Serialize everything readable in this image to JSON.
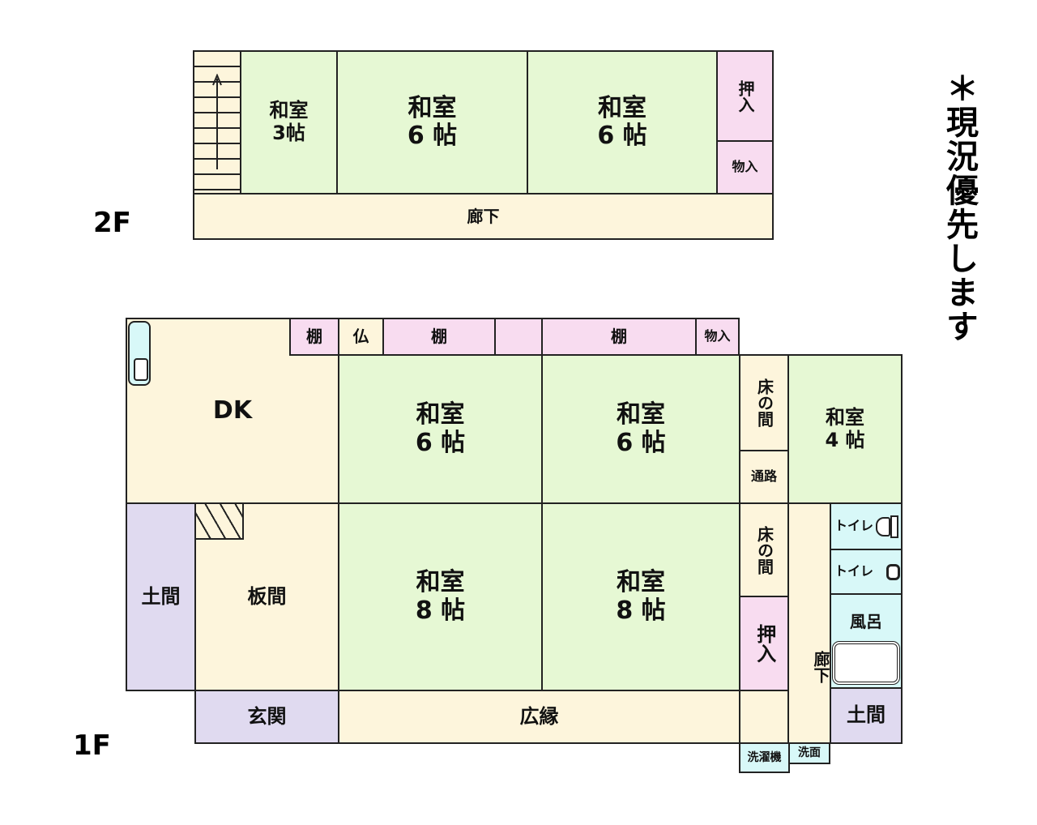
{
  "note": "＊現況優先します",
  "floor2": {
    "label": "2F",
    "rooms": {
      "w3": "和室\n3帖",
      "w6a": "和室\n6 帖",
      "w6b": "和室\n6 帖",
      "oshiire": "押入",
      "monoire": "物入",
      "corridor": "廊下"
    }
  },
  "floor1": {
    "label": "1F",
    "rooms": {
      "tana1": "棚",
      "butsu": "仏",
      "tana2": "棚",
      "tana3": "棚",
      "monoire": "物入",
      "dk": "DK",
      "w6a": "和室\n6 帖",
      "w6b": "和室\n6 帖",
      "tokonoma1": "床の間",
      "tsuro": "通路",
      "w4": "和室\n4 帖",
      "doma1": "土間",
      "itama": "板間",
      "w8a": "和室\n8 帖",
      "w8b": "和室\n8 帖",
      "tokonoma2": "床の間",
      "oshiire": "押入",
      "corridor": "廊下",
      "toilet1": "トイレ",
      "toilet2": "トイレ",
      "bath": "風呂",
      "doma2": "土間",
      "genkan": "玄関",
      "hiroen": "広縁",
      "washer": "洗濯機",
      "senmen": "洗面"
    }
  },
  "colors": {
    "beige": "#fdf5dc",
    "green": "#e6f8d4",
    "pink": "#f8dcf0",
    "lavender": "#e0daf0",
    "cyan": "#d8f8f8"
  }
}
